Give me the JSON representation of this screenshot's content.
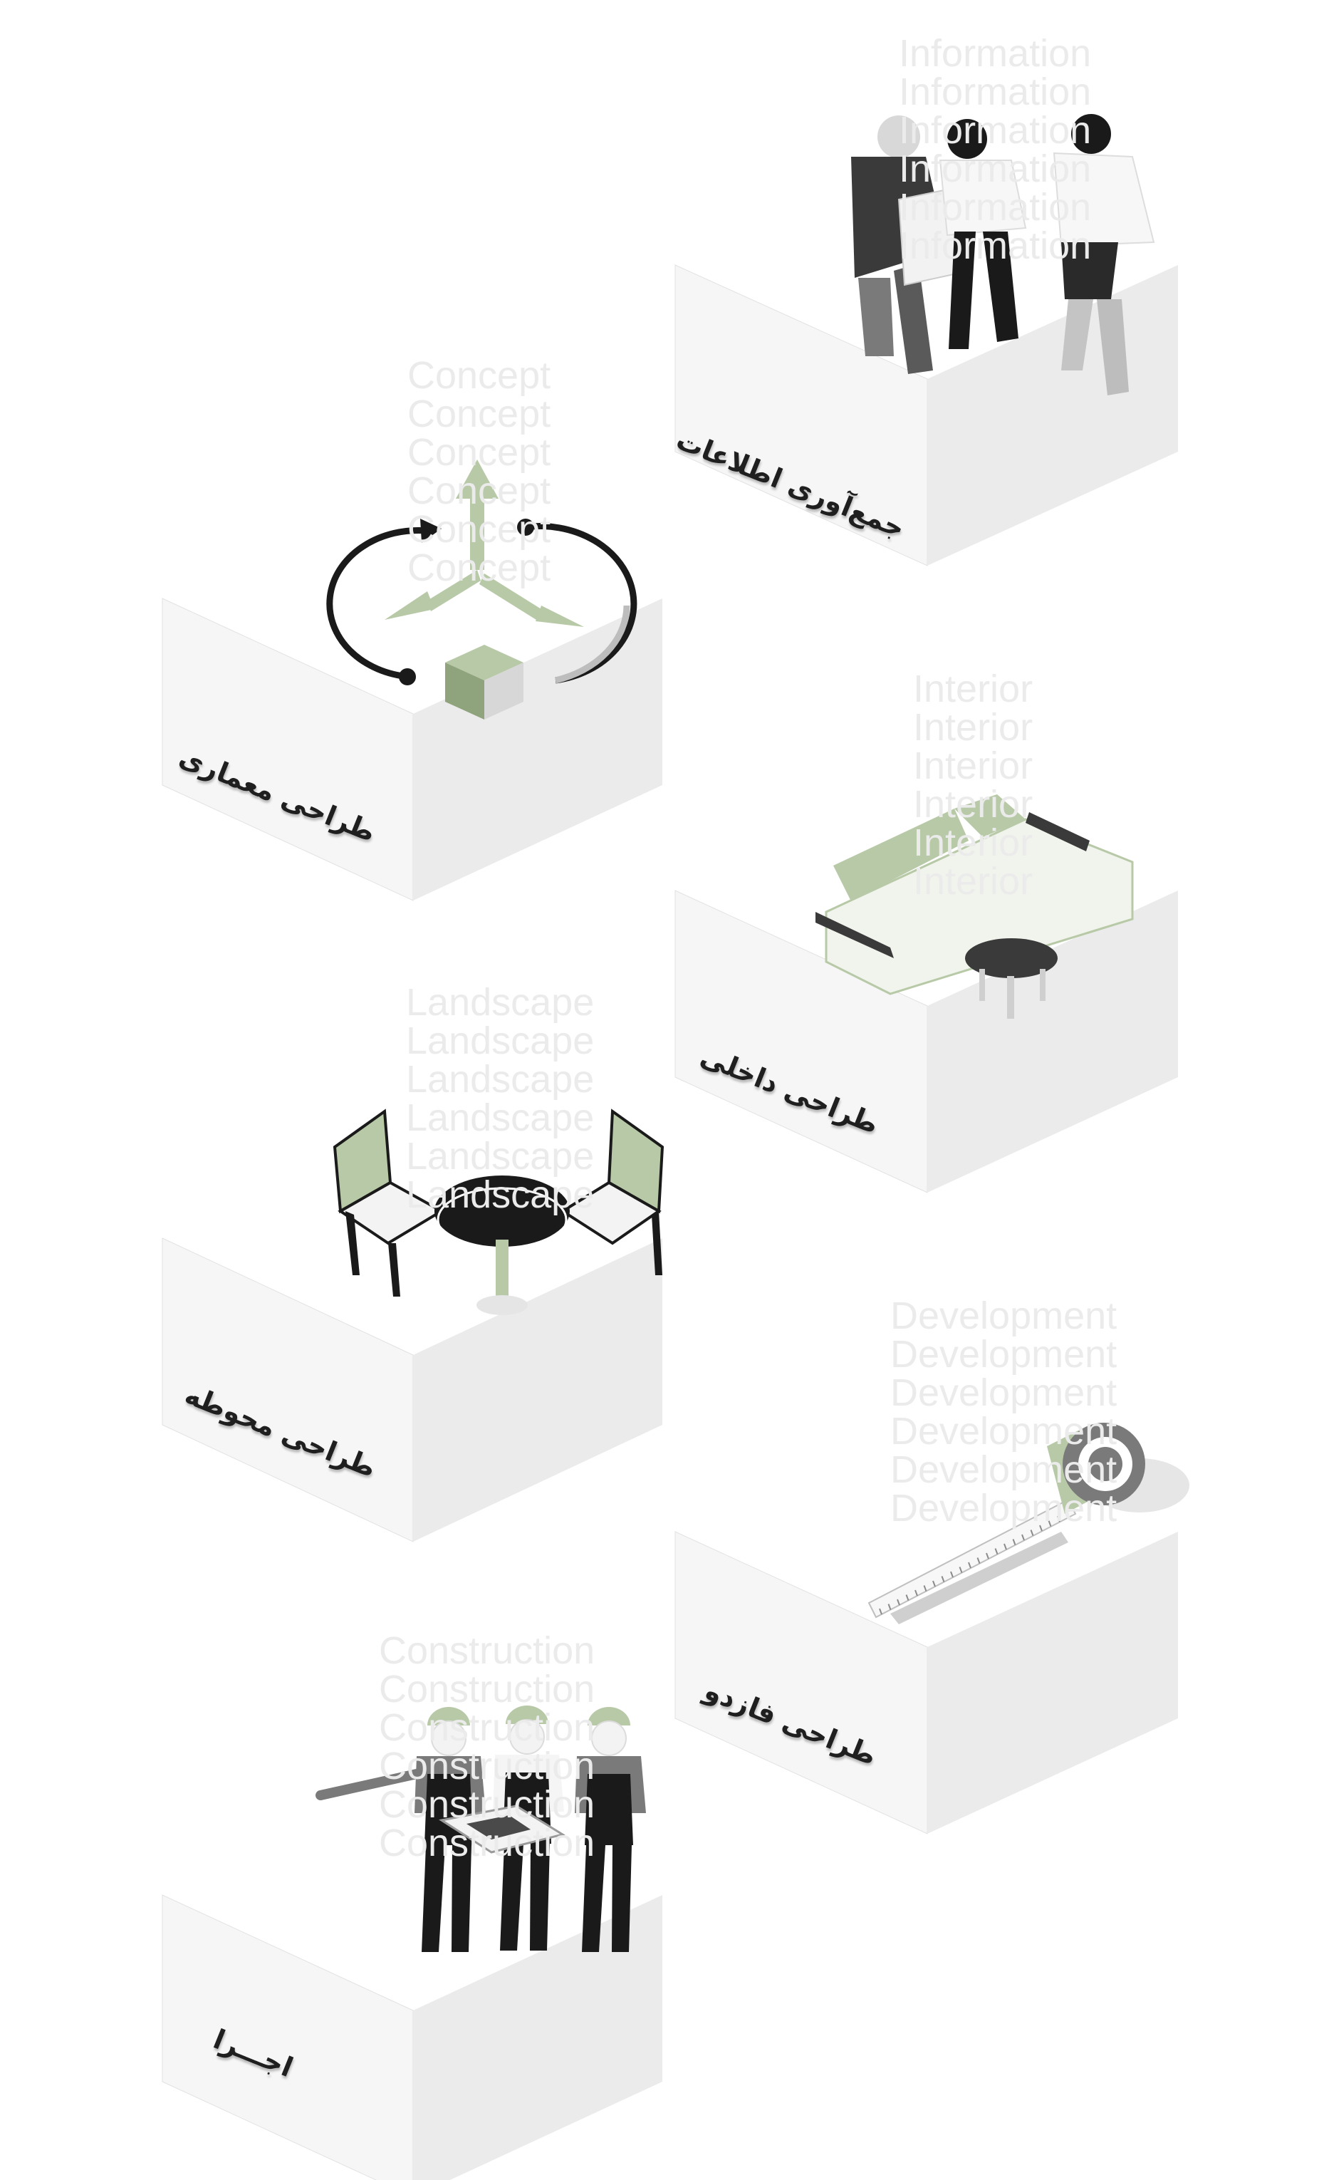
{
  "colors": {
    "accent": "#b7c9a6",
    "accent_dark": "#8fa37d",
    "block_left": "#f6f6f6",
    "block_right": "#ebebeb",
    "ink": "#1f1f1f",
    "ghost_text": "#ebebeb"
  },
  "steps": [
    {
      "label": "جمع‌آوری اطلاعات",
      "watermark": "Information",
      "icon": "team-meeting-icon"
    },
    {
      "label": "طراحی معماری",
      "watermark": "Concept",
      "icon": "rotate-axes-icon"
    },
    {
      "label": "طراحی داخلی",
      "watermark": "Interior",
      "icon": "sofa-icon"
    },
    {
      "label": "طراحی محوطه",
      "watermark": "Landscape",
      "icon": "patio-furniture-icon"
    },
    {
      "label": "طراحی فازدو",
      "watermark": "Development",
      "icon": "tape-measure-icon"
    },
    {
      "label": "اجـــرا",
      "watermark": "Construction",
      "icon": "construction-workers-icon"
    }
  ]
}
